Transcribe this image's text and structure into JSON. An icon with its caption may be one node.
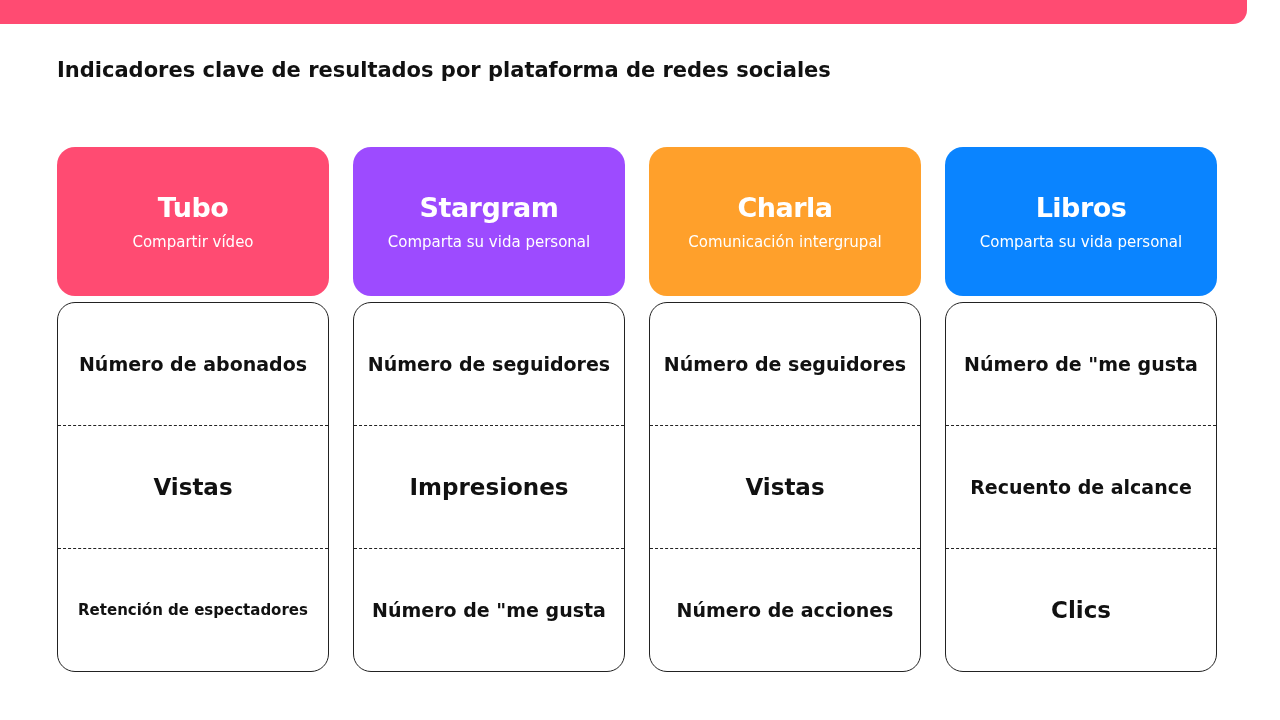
{
  "diagram": {
    "title": "Indicadores clave de resultados por plataforma de redes sociales",
    "nodes": [
      {
        "text": [],
        "shape": "bar"
      },
      {
        "text": [
          "Tubo",
          "Compartir vídeo"
        ]
      },
      {
        "text": [
          "Stargram",
          "Comparta su vida personal"
        ]
      },
      {
        "text": [
          "Charla",
          "Comunicación intergrupal"
        ]
      },
      {
        "text": [
          "Libros",
          "Comparta su vida personal"
        ]
      },
      {
        "text": [
          "Número de abonados",
          "Vistas",
          "Retención de espectadores"
        ]
      },
      {
        "text": [
          "Número de seguidores",
          "Impresiones",
          "Número de \"me gusta"
        ]
      },
      {
        "text": [
          "Número de seguidores",
          "Vistas",
          "Número de acciones"
        ]
      },
      {
        "text": [
          "Número de \"me gusta",
          "Recuento de alcance",
          "Clics"
        ]
      }
    ],
    "edges": []
  }
}
